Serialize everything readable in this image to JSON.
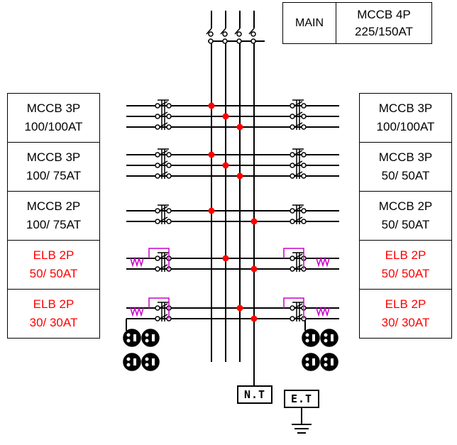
{
  "main": {
    "label": "MAIN",
    "spec_line1": "MCCB 4P",
    "spec_line2": "225/150AT"
  },
  "left_breakers": [
    {
      "line1": "MCCB 3P",
      "line2": "100/100AT"
    },
    {
      "line1": "MCCB 3P",
      "line2": "100/ 75AT"
    },
    {
      "line1": "MCCB 2P",
      "line2": "100/ 75AT"
    },
    {
      "line1": "ELB 2P",
      "line2": "50/ 50AT"
    },
    {
      "line1": "ELB 2P",
      "line2": "30/ 30AT"
    }
  ],
  "right_breakers": [
    {
      "line1": "MCCB 3P",
      "line2": "100/100AT"
    },
    {
      "line1": "MCCB 3P",
      "line2": "50/ 50AT"
    },
    {
      "line1": "MCCB 2P",
      "line2": "50/ 50AT"
    },
    {
      "line1": "ELB 2P",
      "line2": "50/ 50AT"
    },
    {
      "line1": "ELB 2P",
      "line2": "30/ 30AT"
    }
  ],
  "neutral_terminal": "N.T",
  "earth_terminal": "E.T",
  "colors": {
    "line": "#000000",
    "junction": "#ff0000",
    "elb_text": "#ff0000",
    "elb_symbol": "#cc00cc"
  }
}
